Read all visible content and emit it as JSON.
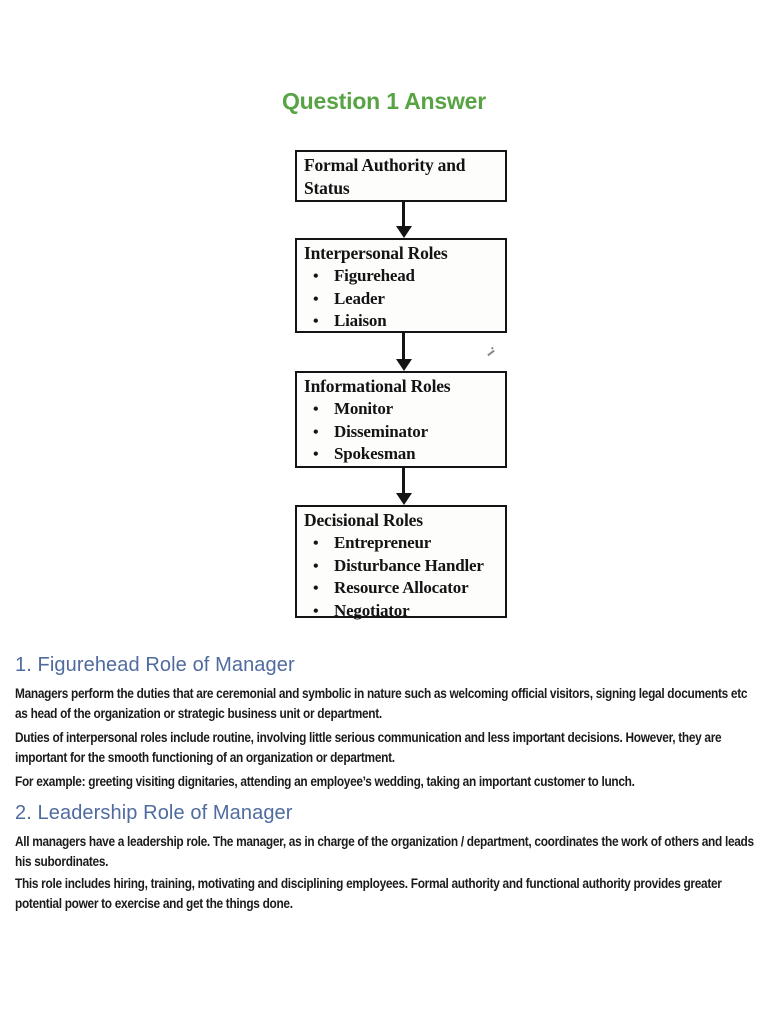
{
  "document": {
    "title": "Question 1 Answer",
    "title_color": "#58a444",
    "heading_color": "#4f6b9f"
  },
  "diagram": {
    "bullet": "•",
    "boxes": [
      {
        "title": "Formal Authority and Status",
        "items": []
      },
      {
        "title": "Interpersonal Roles",
        "items": [
          "Figurehead",
          "Leader",
          "Liaison"
        ]
      },
      {
        "title": "Informational Roles",
        "items": [
          "Monitor",
          "Disseminator",
          "Spokesman"
        ]
      },
      {
        "title": "Decisional Roles",
        "items": [
          "Entrepreneur",
          "Disturbance Handler",
          "Resource Allocator",
          "Negotiator"
        ]
      }
    ]
  },
  "sections": [
    {
      "heading": "1. Figurehead Role of Manager",
      "paragraphs": [
        "Managers perform the duties that are ceremonial and symbolic in nature such as welcoming official visitors, signing legal documents etc as head of the organization or strategic business unit or department.",
        "Duties of interpersonal roles include routine, involving little serious communication and less important decisions. However, they are important for the smooth functioning of an organization or department."
      ],
      "example": {
        "lead": "For example:",
        "text": " greeting visiting dignitaries, attending an employee’s wedding, taking an important customer to lunch."
      }
    },
    {
      "heading": "2. Leadership Role of Manager",
      "paragraphs": [
        "All managers have a leadership role. The manager, as in charge of the organization / department, coordinates the work of others and leads his subordinates.",
        "This role includes hiring, training, motivating and disciplining employees. Formal authority and functional authority provides greater potential power to exercise and get the things done."
      ]
    }
  ]
}
